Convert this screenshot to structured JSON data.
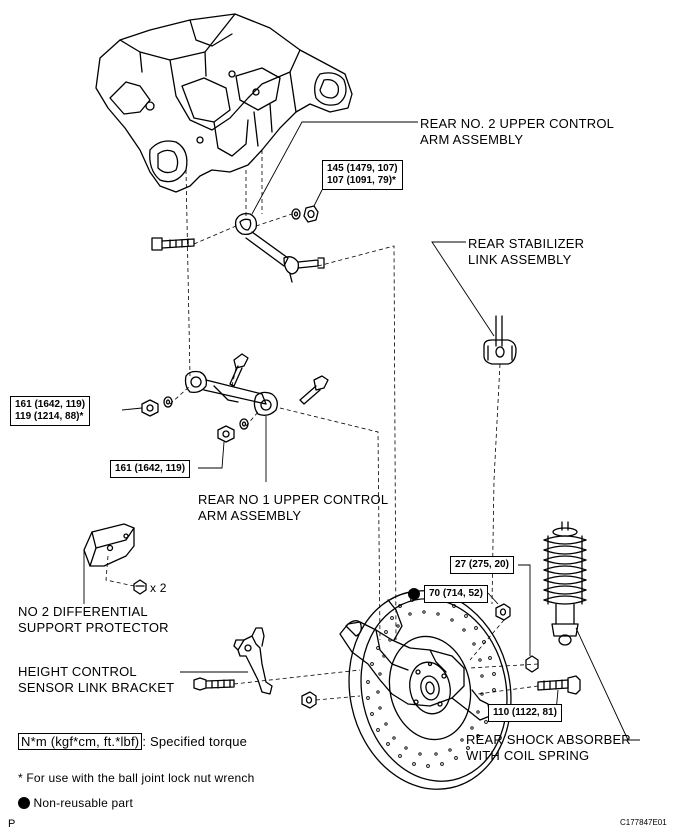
{
  "labels": {
    "no2_upper_arm": [
      "REAR NO. 2 UPPER CONTROL",
      "ARM ASSEMBLY"
    ],
    "stabilizer_link": [
      "REAR STABILIZER",
      "LINK ASSEMBLY"
    ],
    "no1_upper_arm": [
      "REAR NO 1 UPPER CONTROL",
      "ARM ASSEMBLY"
    ],
    "diff_protector": [
      "NO 2 DIFFERENTIAL",
      "SUPPORT PROTECTOR"
    ],
    "height_sensor_bracket": [
      "HEIGHT CONTROL",
      "SENSOR LINK BRACKET"
    ],
    "shock_absorber": [
      "REAR SHOCK ABSORBER",
      "WITH COIL SPRING"
    ]
  },
  "torques": {
    "no2_arm_nut": [
      "145 (1479, 107)",
      "107 (1091, 79)*"
    ],
    "no1_arm_nut": [
      "161 (1642, 119)",
      "119 (1214, 88)*"
    ],
    "no1_arm_nut_lower": "161 (1642, 119)",
    "shock_upper": "27 (275, 20)",
    "stabilizer_nut": "70 (714, 52)",
    "shock_lower_bolt": "110 (1122, 81)"
  },
  "quantity_note": "x 2",
  "legend": {
    "torque_units": "N*m (kgf*cm, ft.*lbf)",
    "torque_desc": ": Specified torque",
    "ball_joint_note": "* For use with the ball joint lock nut wrench",
    "non_reusable": "Non-reusable part"
  },
  "figure_id": "C177847E01",
  "page_mark": "P"
}
